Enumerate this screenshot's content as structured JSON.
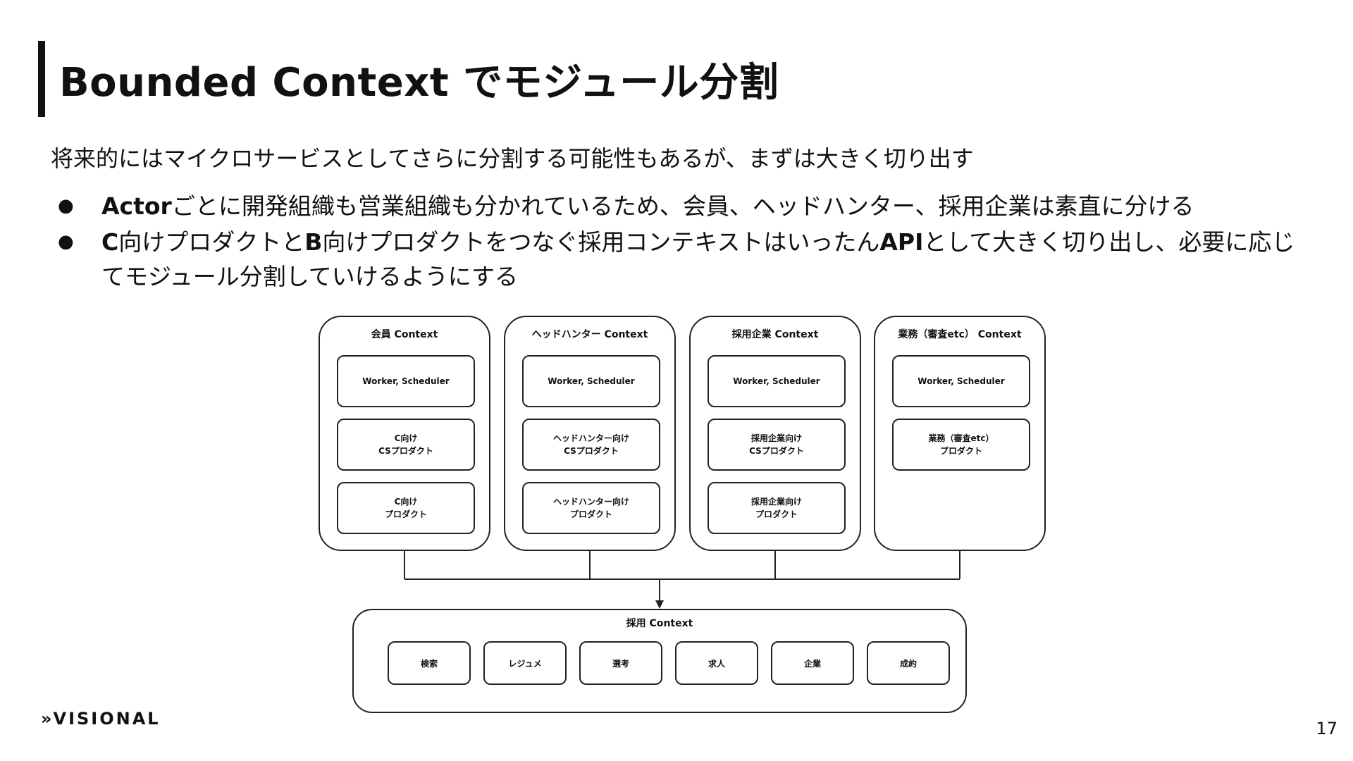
{
  "slide": {
    "title": "Bounded Context でモジュール分割",
    "subtitle": "将来的にはマイクロサービスとしてさらに分割する可能性もあるが、まずは大きく切り出す",
    "bullets": [
      {
        "bold": "Actor",
        "text": "ごとに開発組織も営業組織も分かれているため、会員、ヘッドハンター、採用企業は素直に分ける"
      },
      {
        "bold_1": "C",
        "text_1": "向けプロダクトと",
        "bold_2": "B",
        "text_2": "向けプロダクトをつなぐ採用コンテキストはいったん",
        "bold_3": "API",
        "text_3": "として大きく切り出し、必要に応じてモジュール分割していけるようにする"
      }
    ],
    "page_number": "17"
  },
  "diagram": {
    "contexts": [
      {
        "title": "会員 Context",
        "boxes": [
          "Worker, Scheduler",
          "C向け\nCSプロダクト",
          "C向け\nプロダクト"
        ]
      },
      {
        "title": "ヘッドハンター Context",
        "boxes": [
          "Worker, Scheduler",
          "ヘッドハンター向け\nCSプロダクト",
          "ヘッドハンター向け\nプロダクト"
        ]
      },
      {
        "title": "採用企業 Context",
        "boxes": [
          "Worker, Scheduler",
          "採用企業向け\nCSプロダクト",
          "採用企業向け\nプロダクト"
        ]
      },
      {
        "title": "業務（審査etc） Context",
        "boxes": [
          "Worker, Scheduler",
          "業務（審査etc）\nプロダクト"
        ]
      }
    ],
    "core": {
      "title": "採用 Context",
      "modules": [
        "検索",
        "レジュメ",
        "選考",
        "求人",
        "企業",
        "成約"
      ]
    }
  },
  "logo": {
    "mark": "»",
    "text": "VISIONAL"
  }
}
